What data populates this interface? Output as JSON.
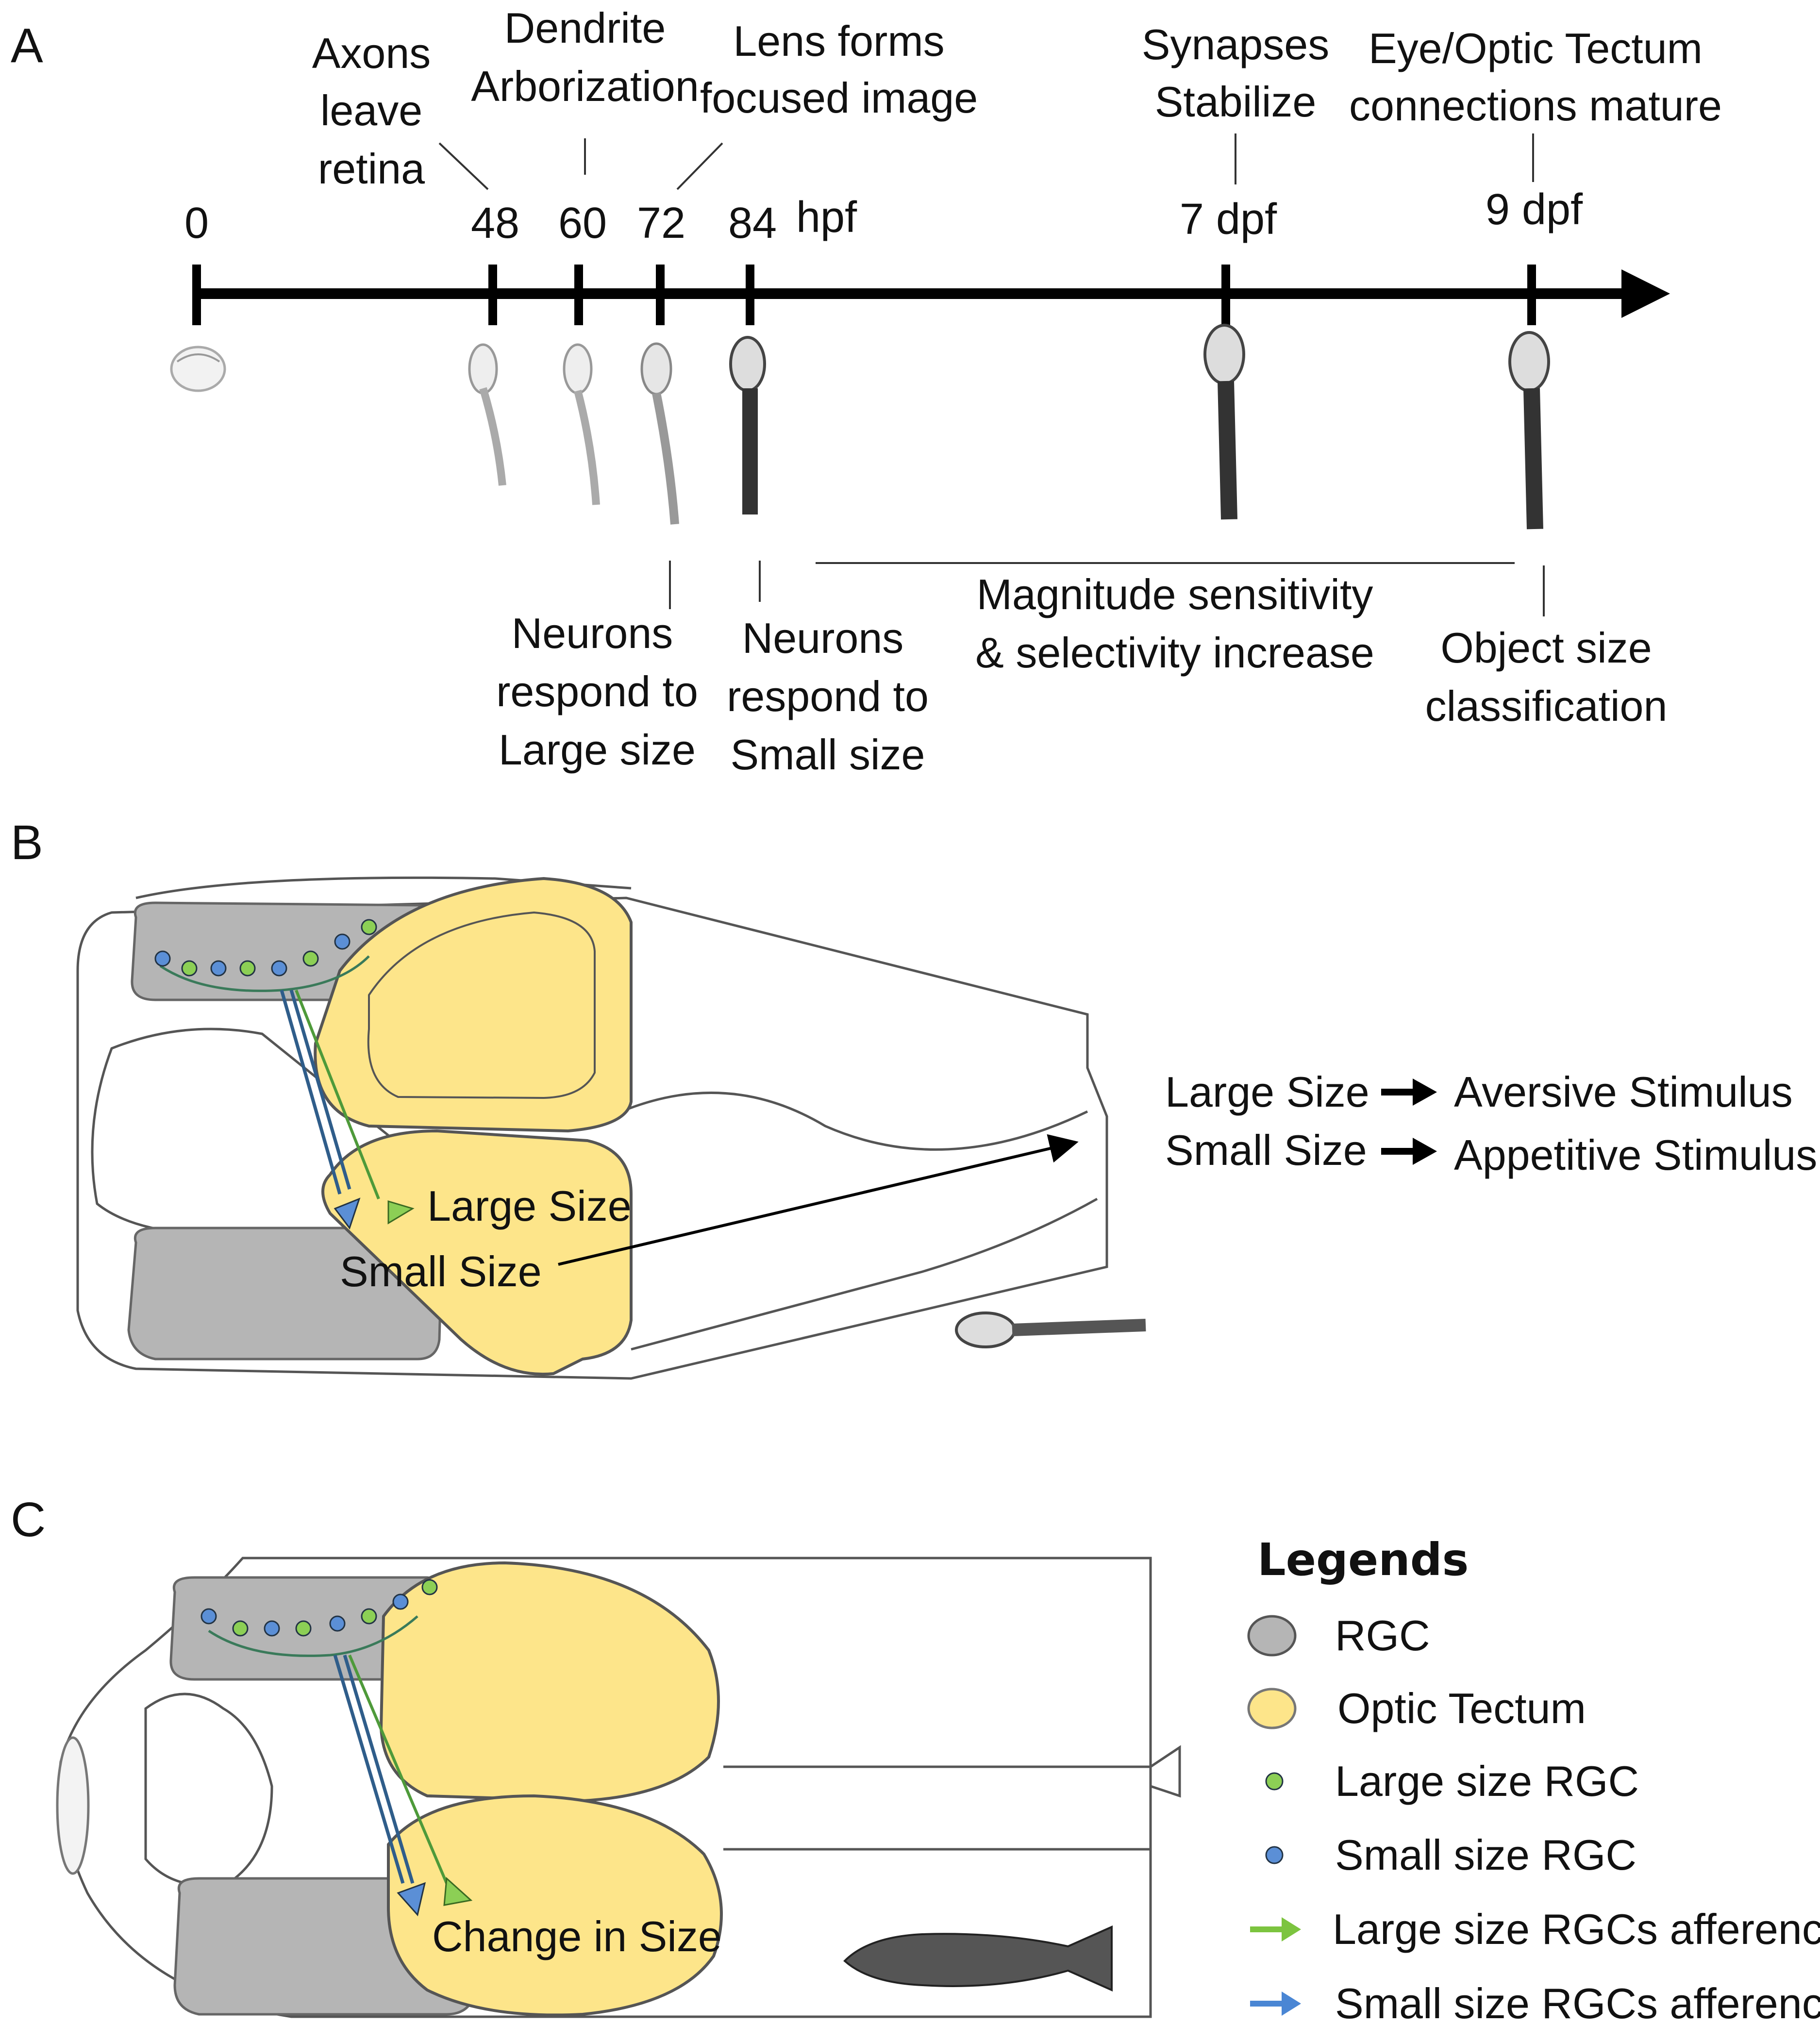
{
  "panels": {
    "a": "A",
    "b": "B",
    "c": "C"
  },
  "timeline": {
    "ticks": [
      "0",
      "48",
      "60",
      "72",
      "84",
      "7 dpf",
      "9 dpf"
    ],
    "unit_hpf": "hpf",
    "top_annotations": [
      [
        "Axons",
        "leave",
        "retina"
      ],
      [
        "Dendrite",
        "Arborization"
      ],
      [
        "Lens forms",
        "focused image"
      ],
      [
        "Synapses",
        "Stabilize"
      ],
      [
        "Eye/Optic Tectum",
        "connections mature"
      ]
    ],
    "bottom_annotations": [
      [
        "Neurons",
        "respond to",
        "Large size"
      ],
      [
        "Neurons",
        "respond to",
        "Small size"
      ],
      [
        "Magnitude sensitivity",
        "& selectivity increase"
      ],
      [
        "Object size",
        "classification"
      ]
    ]
  },
  "panel_b": {
    "tectum_label_large": "Large Size",
    "tectum_label_small": "Small Size",
    "outcomes": [
      {
        "input": "Large Size",
        "result": "Aversive Stimulus"
      },
      {
        "input": "Small Size",
        "result": "Appetitive Stimulus"
      }
    ]
  },
  "panel_c": {
    "tectum_label": "Change in Size"
  },
  "legend": {
    "title": "Legends",
    "items": [
      {
        "label": "RGC",
        "color": "#b5b5b5"
      },
      {
        "label": "Optic Tectum",
        "color": "#fde58a"
      },
      {
        "label": "Large size RGC",
        "color": "#8ccf55"
      },
      {
        "label": "Small size RGC",
        "color": "#5b8fd6"
      },
      {
        "label": "Large size RGCs afference",
        "color": "#7cc43f"
      },
      {
        "label": "Small size RGCs afference",
        "color": "#4a86d4"
      }
    ]
  }
}
